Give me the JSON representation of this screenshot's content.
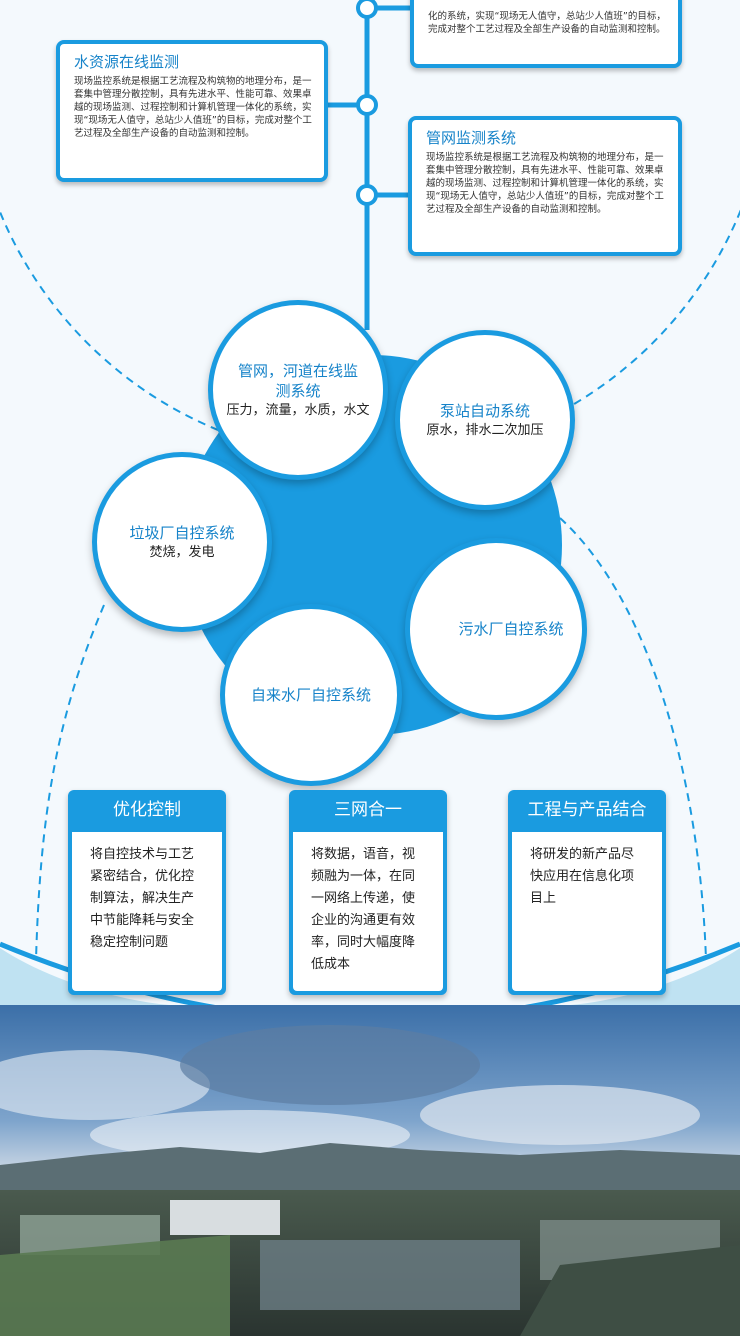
{
  "top_card": {
    "body": "化的系统，实现“现场无人值守，总站少人值班”的目标，完成对整个工艺过程及全部生产设备的自动监测和控制。"
  },
  "water_card": {
    "title": "水资源在线监测",
    "body": "现场监控系统是根据工艺流程及构筑物的地理分布，是一套集中管理分散控制，具有先进水平、性能可靠、效果卓越的现场监测、过程控制和计算机管理一体化的系统，实现“现场无人值守，总站少人值班”的目标，完成对整个工艺过程及全部生产设备的自动监测和控制。"
  },
  "pipe_card": {
    "title": "管网监测系统",
    "body": "现场监控系统是根据工艺流程及构筑物的地理分布，是一套集中管理分散控制，具有先进水平、性能可靠、效果卓越的现场监测、过程控制和计算机管理一体化的系统，实现“现场无人值守，总站少人值班”的目标，完成对整个工艺过程及全部生产设备的自动监测和控制。"
  },
  "bubbles": {
    "pipe_river": {
      "title": "管网，河道在线监测系统",
      "sub": "压力，流量，水质，水文"
    },
    "pump": {
      "title": "泵站自动系统",
      "sub": "原水，排水二次加压"
    },
    "garbage": {
      "title": "垃圾厂自控系统",
      "sub": "焚烧，发电"
    },
    "sewage": {
      "title": "污水厂自控系统"
    },
    "tap": {
      "title": "自来水厂自控系统"
    }
  },
  "boxes": [
    {
      "title": "优化控制",
      "body": "将自控技术与工艺紧密结合，优化控制算法，解决生产中节能降耗与安全稳定控制问题"
    },
    {
      "title": "三网合一",
      "body": "将数据，语音，视频融为一体，在同一网络上传递，使企业的沟通更有效率，同时大幅度降低成本"
    },
    {
      "title": "工程与产品结合",
      "body": "将研发的新产品尽快应用在信息化项目上"
    }
  ],
  "colors": {
    "accent": "#1a9be0",
    "title_text": "#1683c9"
  }
}
